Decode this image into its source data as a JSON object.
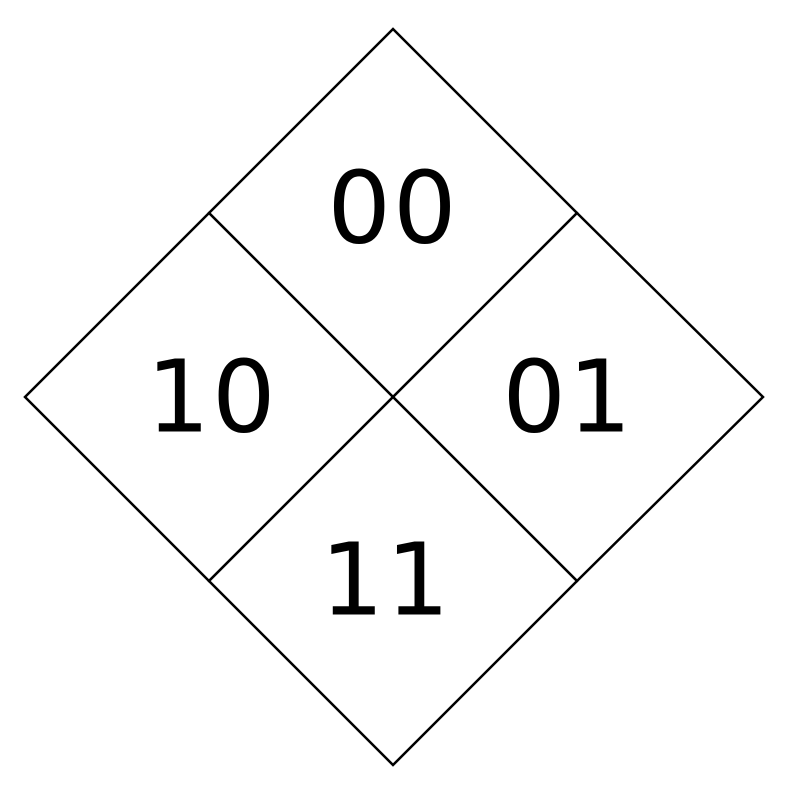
{
  "cells": {
    "top": {
      "label": "00"
    },
    "right": {
      "label": "01"
    },
    "left": {
      "label": "10"
    },
    "bottom": {
      "label": "11"
    }
  }
}
